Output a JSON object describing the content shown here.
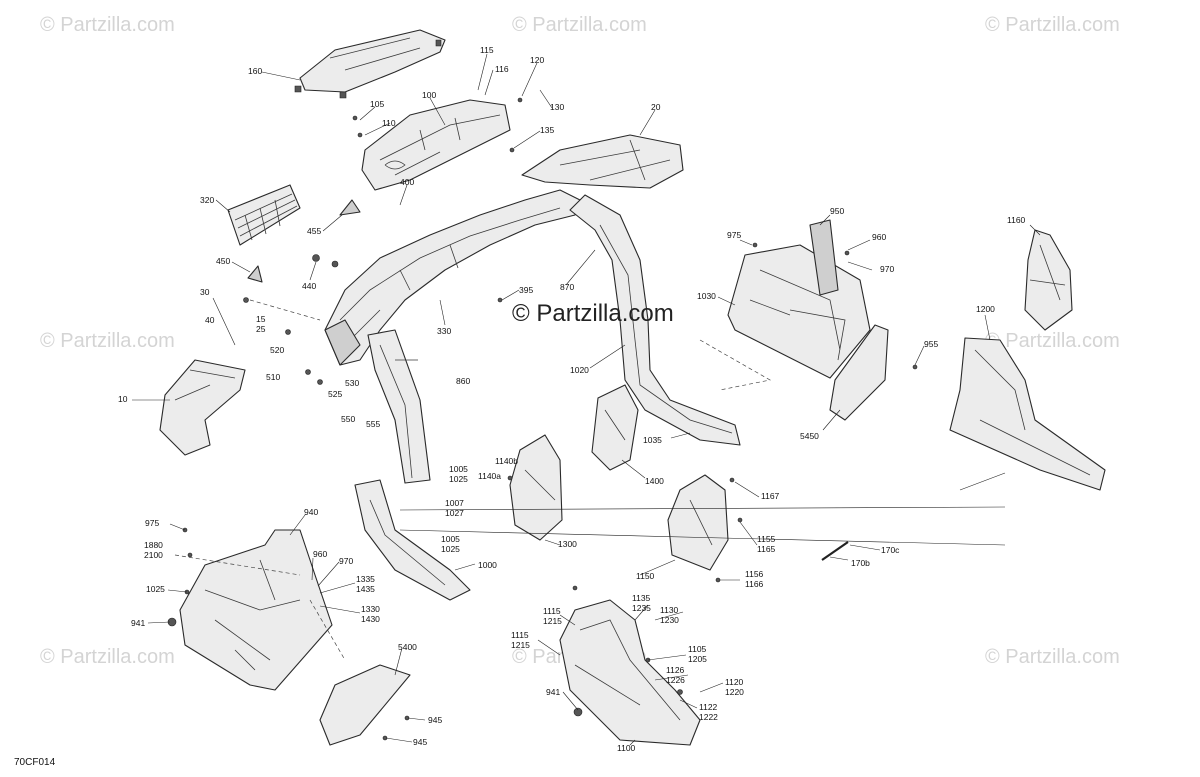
{
  "diagram": {
    "id_label": "70CF014",
    "center_watermark": "© Partzilla.com",
    "corner_watermark": "© Partzilla.com",
    "callouts": {
      "c160": "160",
      "c115": "115",
      "c116": "116",
      "c120": "120",
      "c130": "130",
      "c105": "105",
      "c100": "100",
      "c110": "110",
      "c135": "135",
      "c20": "20",
      "c400": "400",
      "c320": "320",
      "c455": "455",
      "c450": "450",
      "c440": "440",
      "c330": "330",
      "c395": "395",
      "c870": "870",
      "c30": "30",
      "c40": "40",
      "c15_25": "15\n25",
      "c520": "520",
      "c510": "510",
      "c530": "530",
      "c525": "525",
      "c550": "550",
      "c555": "555",
      "c860": "860",
      "c10": "10",
      "c1020": "1020",
      "c1035": "1035",
      "c975a": "975",
      "c950": "950",
      "c960a": "960",
      "c970a": "970",
      "c1030": "1030",
      "c1160": "1160",
      "c1200": "1200",
      "c955": "955",
      "c5450": "5450",
      "c1400": "1400",
      "c1005_1025a": "1005\n1025",
      "c1140b": "1140b",
      "c1140a": "1140a",
      "c1007_1027": "1007\n1027",
      "c1005_1025b": "1005\n1025",
      "c1000": "1000",
      "c1300": "1300",
      "c1167": "1167",
      "c1155_1165": "1155\n1165",
      "c1150": "1150",
      "c1156_1166": "1156\n1166",
      "c170c": "170c",
      "c170b": "170b",
      "c975b": "975",
      "c940": "940",
      "c1880_2100": "1880\n2100",
      "c960b": "960",
      "c970b": "970",
      "c1025": "1025",
      "c1335_1435": "1335\n1435",
      "c1330_1430": "1330\n1430",
      "c941a": "941",
      "c5400": "5400",
      "c945a": "945",
      "c945b": "945",
      "c1135_1235": "1135\n1235",
      "c1115_1215a": "1115\n1215",
      "c1130_1230": "1130\n1230",
      "c1115_1215b": "1115\n1215",
      "c1105_1205": "1105\n1205",
      "c1126_1226": "1126\n1226",
      "c941b": "941",
      "c1120_1220": "1120\n1220",
      "c1122_1222": "1122\n1222",
      "c1100": "1100"
    }
  }
}
